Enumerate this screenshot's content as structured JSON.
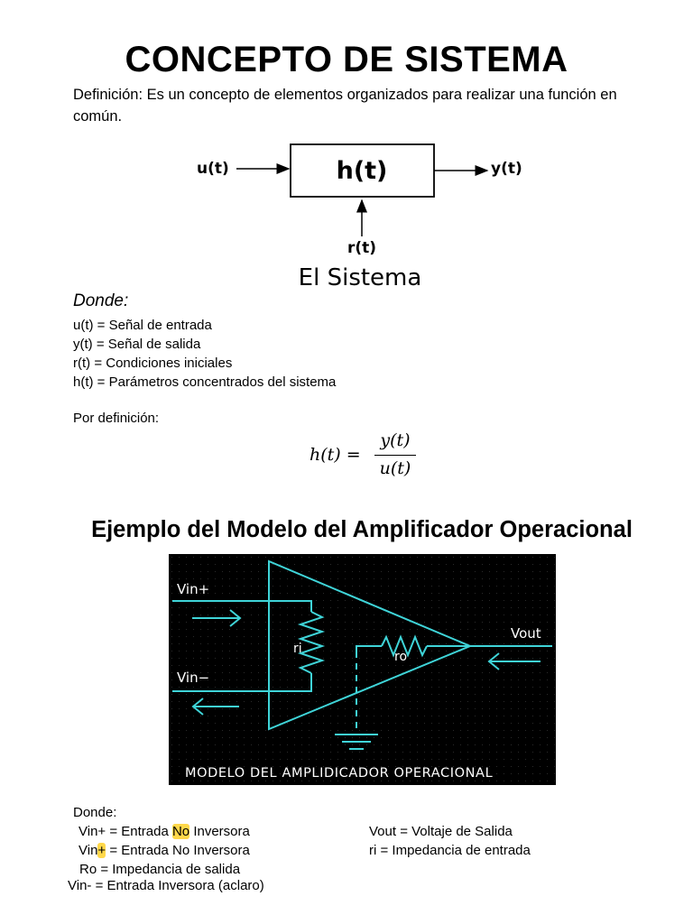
{
  "title": "CONCEPTO DE SISTEMA",
  "definition": "Definición: Es un concepto de elementos organizados para realizar una función en común.",
  "block_diagram": {
    "input": "u(t)",
    "block": "h(t)",
    "output": "y(t)",
    "initial": "r(t)",
    "caption": "El Sistema"
  },
  "donde_heading": "Donde:",
  "definitions": [
    "u(t) = Señal de entrada",
    "y(t) = Señal de salida",
    "r(t) = Condiciones iniciales",
    "h(t) = Parámetros concentrados del sistema"
  ],
  "por_definicion": "Por definición:",
  "formula": {
    "lhs": "h(t) =",
    "numerator": "y(t)",
    "denominator": "u(t)"
  },
  "example_heading": "Ejemplo del Modelo del Amplificador Operacional",
  "opamp": {
    "vin_plus": "Vin+",
    "vin_minus": "Vin−",
    "ri": "ri",
    "ro": "ro",
    "vout": "Vout",
    "caption": "MODELO DEL AMPLIDICADOR OPERACIONAL",
    "colors": {
      "background": "#000000",
      "lines": "#3fd4d8",
      "text": "#ffffff"
    }
  },
  "donde2": "Donde:",
  "legend": {
    "l1_a": "Vin+ = Entrada ",
    "l1_hl": "No",
    "l1_b": " Inversora",
    "l2_a": "Vin",
    "l2_hl": "+",
    "l2_b": " = Entrada No Inversora",
    "l3": "Ro = Impedancia de salida",
    "l4": "Vin- = Entrada Inversora (aclaro)",
    "r1": "Vout = Voltaje de Salida",
    "r2": "ri = Impedancia de entrada"
  },
  "highlight_color": "#ffd84a"
}
